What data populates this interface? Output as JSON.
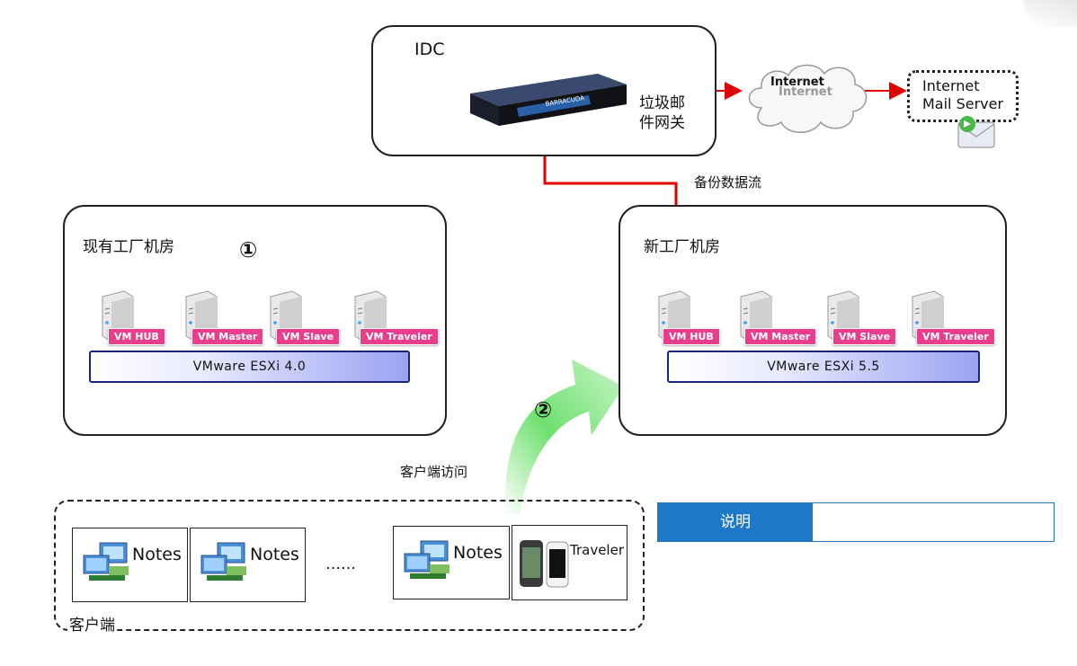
{
  "idc": {
    "title": "IDC",
    "gateway_label_line1": "垃圾邮",
    "gateway_label_line2": "件网关"
  },
  "internet": {
    "cloud_label_top": "Internet",
    "cloud_label_bottom": "Internet",
    "mail_server_line1": "Internet",
    "mail_server_line2": "Mail Server"
  },
  "backup_flow_label": "备份数据流",
  "old_room": {
    "title": "现有工厂机房",
    "step": "①",
    "vms": [
      "VM HUB",
      "VM Master",
      "VM Slave",
      "VM Traveler"
    ],
    "hypervisor": "VMware ESXi 4.0"
  },
  "new_room": {
    "title": "新工厂机房",
    "vms": [
      "VM HUB",
      "VM Master",
      "VM Slave",
      "VM Traveler"
    ],
    "hypervisor": "VMware ESXi 5.5"
  },
  "migration_step": "②",
  "client_access_label": "客户端访问",
  "clients": {
    "group_label": "客户端",
    "items": [
      "Notes",
      "Notes",
      "Notes"
    ],
    "ellipsis": "……",
    "mobile_label": "Traveler"
  },
  "legend": {
    "header": "说明",
    "body": ""
  },
  "colors": {
    "flow_arrow": "#e00000",
    "vm_tag": "#e83e8c",
    "legend_blue": "#1e78c8",
    "migration_arrow": "#4cd44c"
  }
}
